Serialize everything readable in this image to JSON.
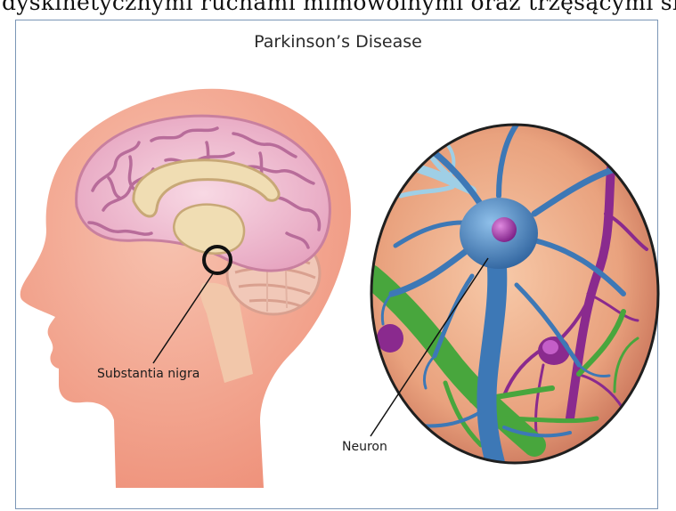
{
  "top_caption": "dyskinetycznymi ruchami mimowolnymi oraz trzęsącymi się kończynami u osoby z chorobą Parkinsona.",
  "title": "Parkinson’s Disease",
  "labels": {
    "substantia_nigra": "Substantia nigra",
    "neuron": "Neuron"
  },
  "colors": {
    "head_skin": "#f2a48e",
    "brain": "#f0bfd2",
    "brain_folds": "#b86c9a",
    "corpus": "#f0ddb3",
    "cerebellum": "#f1c8b8",
    "neuron_blue": "#3d78b6",
    "neuron_green": "#48a63d",
    "neuron_purple": "#8a2a8e",
    "frame": "#7b96b6"
  }
}
